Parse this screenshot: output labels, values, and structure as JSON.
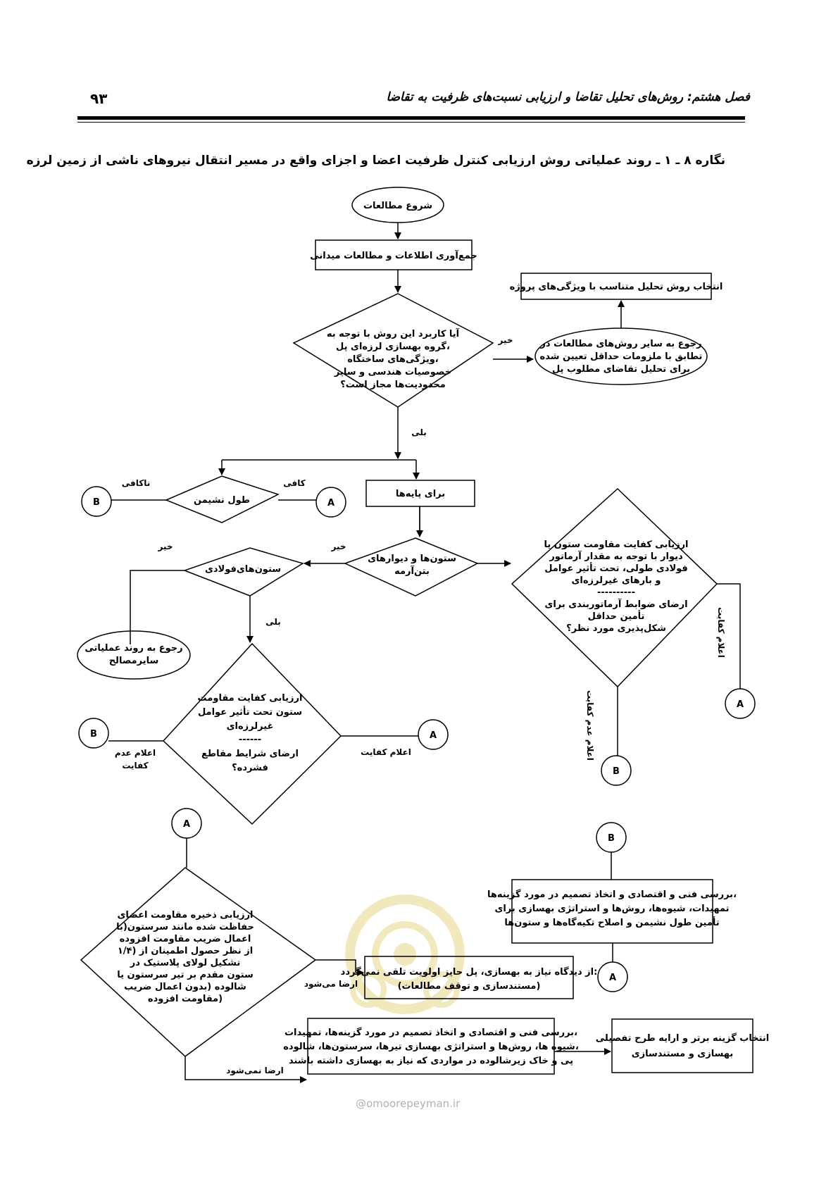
{
  "header": {
    "chapter_title": "فصل هشتم: روش‌های تحلیل تقاضا و ارزیابی نسبت‌های ظرفیت به تقاضا",
    "page_number": "۹۳"
  },
  "figure_title": "نگاره ۸ ـ ۱ ـ روند عملیاتی روش ارزیابی کنترل ظرفیت اعضا و اجزای واقع در مسیر انتقال نیروهای ناشی از زمین لرزه",
  "nodes": {
    "start": "شروع مطالعات",
    "collect": "جمع‌آوری اطلاعات و مطالعات میدانی",
    "select_method": "انتخاب روش تحلیل  متناسب با ویژگی‌های پروژه",
    "refer_other": [
      "رجوع به سایر روش‌های مطالعات  در",
      "تطابق با ملزومات حداقل تعیین شده",
      "برای تحلیل تقاضای مطلوب پل"
    ],
    "decision_applicable": [
      "آیا کاربرد این روش با توجه به",
      "گروه  بهسازی لرزه‌ای پل،",
      "ویژگی‌های ساختگاه،",
      "خصوصیات هندسی و سایر",
      "محدودیت‌ها مجاز است؟"
    ],
    "for_piers": "برای پایه‌ها",
    "seat_length": "طول نشیمن",
    "concrete_cols": [
      "ستون‌ها و دیوارهای",
      "بتن‌آرمه"
    ],
    "steel_cols": "ستون‌های‌فولادی",
    "refer_other_process": [
      "رجوع به روند عملیاتی",
      "سایرمصالح"
    ],
    "rc_eval": [
      "ارزیابی کفایت مقاومت ستون یا",
      "دیوار با توجه به مقدار آرماتور",
      "فولادی طولی، تحت تأثیر عوامل",
      "و بارهای غیرلرزه‌ای",
      "----------",
      "ارضای ضوابط آرماتوربندی برای",
      "تأمین حداقل",
      "شکل‌پذیری مورد نظر؟"
    ],
    "steel_eval": [
      "ارزیابی کفایت مقاومت",
      "ستون تحت تأثیر عوامل",
      "غیرلرزه‌ای",
      "------",
      "ارضای شرایط مقاطع",
      "فشرده؟"
    ],
    "reserve_eval": [
      "ارزیابی ذخیره مقاومت اعضای",
      "حفاظت شده مانند سرستون(با",
      "اعمال ضریب  مقاومت افزوده",
      "۱/۴) از نظر حصول اطمینان از",
      "تشکیل لولای  پلاستیک در",
      "ستون مقدم بر تیر سرستون یا",
      "شالوده (بدون اعمال ضریب",
      "مقاومت افزوده)"
    ],
    "no_need": [
      "از دیدگاه نیاز به بهسازی، پل حایز اولویت تلقی نمی‌گردد:",
      "(مستندسازی و توقف مطالعات)"
    ],
    "tech_econ_1": [
      "بررسی فنی و اقتصادی و اتخاذ تصمیم در مورد گزینه‌ها،",
      "تمهیدات، شیوه‌ها، روش‌ها و استراتژی بهسازی برای",
      "تأمین طول نشیمن و اصلاح تکیه‌گاه‌ها و ستون‌ها"
    ],
    "tech_econ_2": [
      "بررسی فنی و اقتصادی و اتخاذ تصمیم در مورد  گزینه‌ها، تمهیدات،",
      "شیوه ها، روش‌ها و استراتژی بهسازی تیرها، سرستون‌ها، شالوده،",
      "پی و خاک زیرشالوده در مواردی که نیاز به بهسازی داشته باشند"
    ],
    "final": [
      "انتخاب گزینه برتر و ارایه طرح تفصیلی",
      "بهسازی و مستندسازی"
    ]
  },
  "connectors": {
    "a": "A",
    "b": "B"
  },
  "labels": {
    "no": "خیر",
    "yes": "بلی",
    "sufficient": "کافی",
    "insufficient": "ناکافی",
    "declare_adequacy": "اعلام کفایت",
    "declare_inadequacy": "اعلام عدم کفایت",
    "declare_inadequacy_split": [
      "اعلام عدم",
      "کفایت"
    ],
    "satisfied": "ارضا می‌شود",
    "not_satisfied": "ارضا نمی‌شود"
  },
  "watermark": {
    "text": "omoorepeyman.ir",
    "seal_color": "#e9d68a"
  }
}
